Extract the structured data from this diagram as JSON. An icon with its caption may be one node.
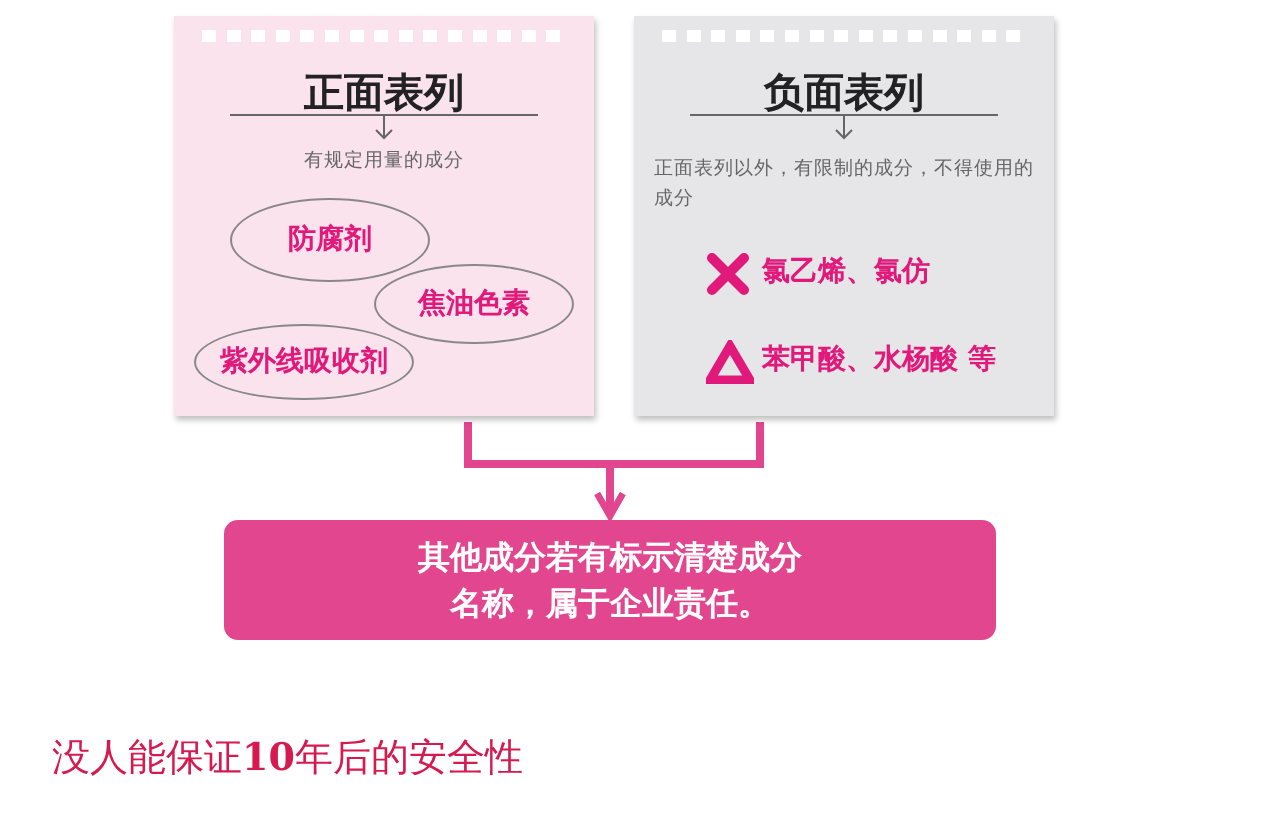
{
  "diagram": {
    "nodes": [
      {
        "text": [
          "正面表列",
          "有规定用量的成分"
        ]
      },
      {
        "text": [
          "防腐剂"
        ],
        "in": 0
      },
      {
        "text": [
          "焦油色素"
        ],
        "in": 0
      },
      {
        "text": [
          "紫外线吸收剂"
        ],
        "in": 0
      },
      {
        "text": [
          "负面表列",
          "正面表列以外，有限制的成分，不得使用的成分"
        ]
      },
      {
        "text": [
          "其他成分若有标示清楚成分名称，属于企业责任。"
        ]
      }
    ],
    "edges": [
      {
        "from": 0,
        "to": 5,
        "arrow": "to"
      },
      {
        "from": 4,
        "to": 5,
        "arrow": "to"
      }
    ],
    "labels": [
      "氯乙烯、氯仿",
      "苯甲酸、水杨酸 等",
      "没人能保证**10**年后的安全性"
    ]
  }
}
